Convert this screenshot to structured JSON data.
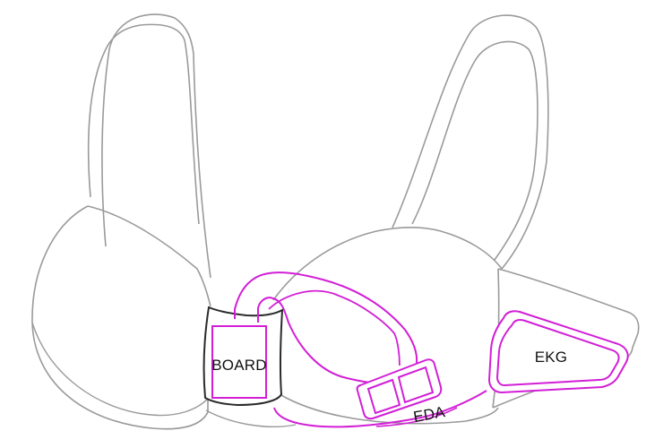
{
  "labels": {
    "board": "BOARD",
    "eda": "EDA",
    "ekg": "EKG"
  },
  "colors": {
    "outline": "#9a9a9a",
    "outline_dark": "#2a2a2a",
    "wiring": "#d21fd6",
    "background": "#ffffff"
  }
}
